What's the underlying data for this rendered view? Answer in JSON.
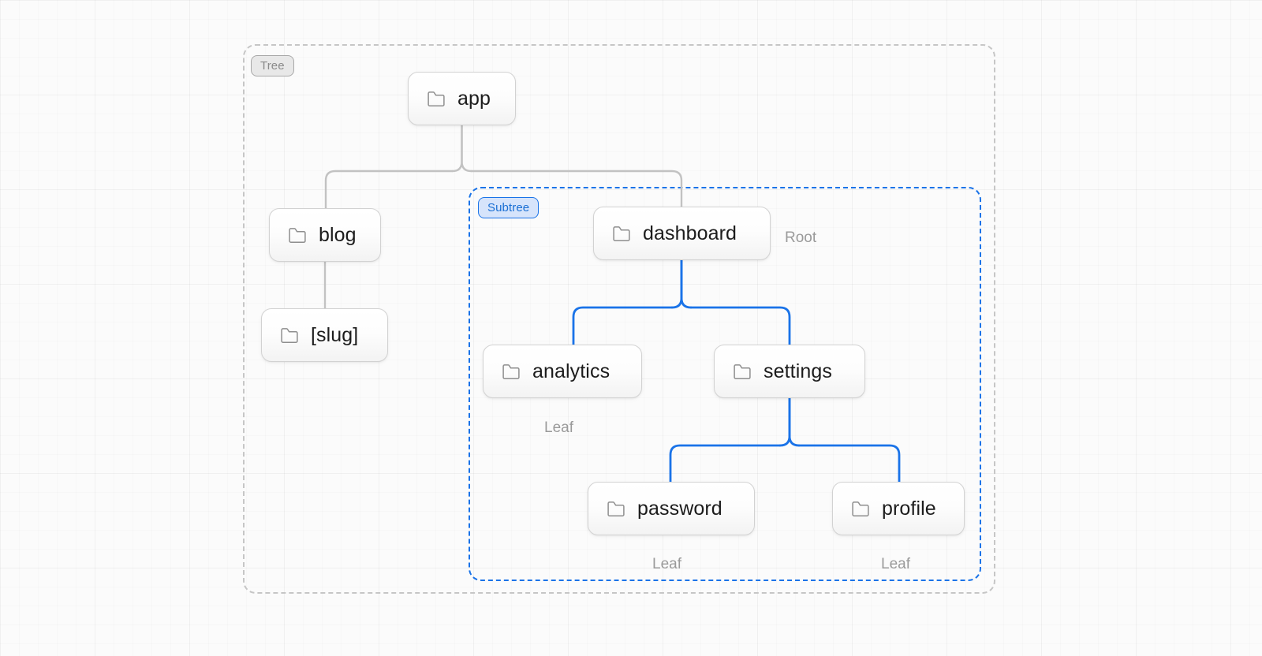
{
  "canvas": {
    "background": "#fbfbfb",
    "grid": "subtle-graph-grid"
  },
  "colors": {
    "accent": "#1a73e8",
    "accent_fill": "#d6e4fb",
    "neutral_border": "#c6c6c6",
    "neutral_fill": "#e8e8e8",
    "node_text": "#1c1c1c",
    "meta_text": "#9a9a9a",
    "edge_gray": "#c2c2c2"
  },
  "groups": {
    "tree": {
      "badge": "Tree"
    },
    "subtree": {
      "badge": "Subtree"
    }
  },
  "nodes": {
    "app": {
      "label": "app",
      "icon": "folder-icon"
    },
    "blog": {
      "label": "blog",
      "icon": "folder-icon"
    },
    "slug": {
      "label": "[slug]",
      "icon": "folder-icon"
    },
    "dashboard": {
      "label": "dashboard",
      "icon": "folder-icon"
    },
    "analytics": {
      "label": "analytics",
      "icon": "folder-icon"
    },
    "settings": {
      "label": "settings",
      "icon": "folder-icon"
    },
    "password": {
      "label": "password",
      "icon": "folder-icon"
    },
    "profile": {
      "label": "profile",
      "icon": "folder-icon"
    }
  },
  "annotations": {
    "root": "Root",
    "leaf_analytics": "Leaf",
    "leaf_password": "Leaf",
    "leaf_profile": "Leaf"
  },
  "chart_data": {
    "type": "tree",
    "title": "",
    "root": "app",
    "edges": [
      {
        "from": "app",
        "to": "blog",
        "style": "gray"
      },
      {
        "from": "blog",
        "to": "slug",
        "style": "gray"
      },
      {
        "from": "app",
        "to": "dashboard",
        "style": "gray"
      },
      {
        "from": "dashboard",
        "to": "analytics",
        "style": "blue"
      },
      {
        "from": "dashboard",
        "to": "settings",
        "style": "blue"
      },
      {
        "from": "settings",
        "to": "password",
        "style": "blue"
      },
      {
        "from": "settings",
        "to": "profile",
        "style": "blue"
      }
    ],
    "node_roles": {
      "dashboard": "Root",
      "analytics": "Leaf",
      "password": "Leaf",
      "profile": "Leaf"
    },
    "highlighted_subtree": [
      "dashboard",
      "analytics",
      "settings",
      "password",
      "profile"
    ]
  }
}
